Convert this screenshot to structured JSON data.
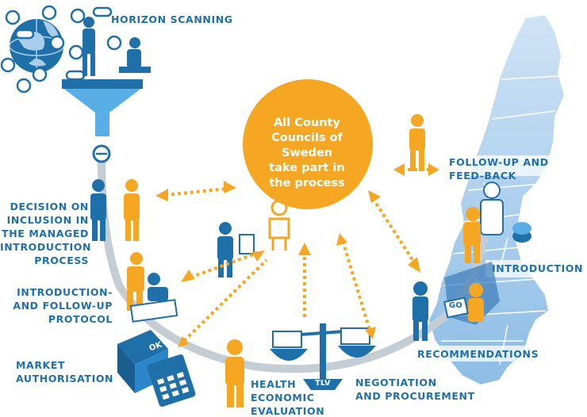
{
  "center": {
    "lines": [
      "All County",
      "Councils of Sweden",
      "take part in",
      "the process"
    ]
  },
  "labels": {
    "horizon_scanning": "HORIZON SCANNING",
    "decision": [
      "DECISION ON",
      "INCLUSION IN",
      "THE MANAGED",
      "INTRODUCTION",
      "PROCESS"
    ],
    "protocol": [
      "INTRODUCTION-",
      "AND FOLLOW-UP",
      "PROTOCOL"
    ],
    "market": [
      "MARKET",
      "AUTHORISATION"
    ],
    "hee": [
      "HEALTH",
      "ECONOMIC",
      "EVALUATION"
    ],
    "negotiation": [
      "NEGOTIATION",
      "AND PROCUREMENT"
    ],
    "recommendations": "RECOMMENDATIONS",
    "introduction": "INTRODUCTION",
    "followup": [
      "FOLLOW-UP AND",
      "FEED-BACK"
    ]
  },
  "badges": {
    "tlv": "TLV",
    "go": "GO",
    "ok": "OK"
  },
  "colors": {
    "blue": "#1f6fa9",
    "orange": "#f5a623",
    "light_blue": "#a9cdec",
    "grey_path": "#c5cdd4"
  }
}
